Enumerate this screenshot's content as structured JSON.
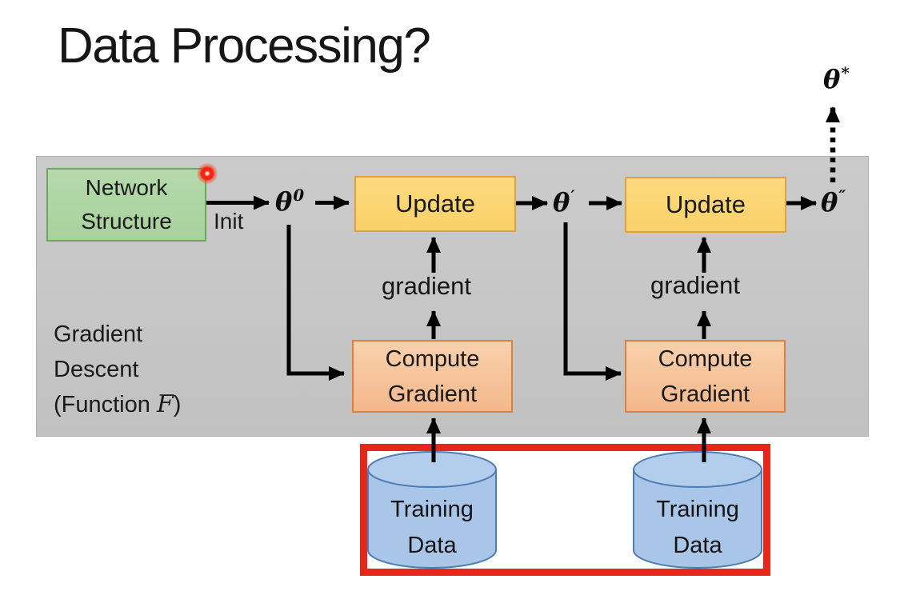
{
  "title": "Data Processing?",
  "colors": {
    "panel_gray": "#c6c6c6",
    "network_box_fill": "#a8d19d",
    "network_box_border": "#6ca85c",
    "update_box_fill": "#fad169",
    "update_box_border": "#e0a23e",
    "compute_box_fill": "#f3b88b",
    "compute_box_border": "#dd8140",
    "cylinder_fill": "#a9c6e8",
    "cylinder_border": "#4e7db5",
    "highlight_red": "#e8271b",
    "laser_red": "#ff2012",
    "arrow_black": "#000000"
  },
  "diagram": {
    "network_structure": {
      "label": "Network\nStructure"
    },
    "init_label": "Init",
    "update_boxes": [
      {
        "label": "Update"
      },
      {
        "label": "Update"
      }
    ],
    "compute_gradient_boxes": [
      {
        "label": "Compute\nGradient"
      },
      {
        "label": "Compute\nGradient"
      }
    ],
    "gradient_labels": [
      "gradient",
      "gradient"
    ],
    "training_data_cylinders": [
      {
        "label": "Training\nData"
      },
      {
        "label": "Training\nData"
      }
    ],
    "caption": {
      "line1": "Gradient",
      "line2": "Descent",
      "line3_open": "(Function ",
      "line3_f": "F",
      "line3_close": ")"
    },
    "theta": {
      "theta0": {
        "base": "θ",
        "sup": "0"
      },
      "theta_prime": {
        "base": "θ",
        "sup": "′"
      },
      "theta_dprime": {
        "base": "θ",
        "sup": "″"
      },
      "theta_star": {
        "base": "θ",
        "sup": "*"
      }
    }
  }
}
